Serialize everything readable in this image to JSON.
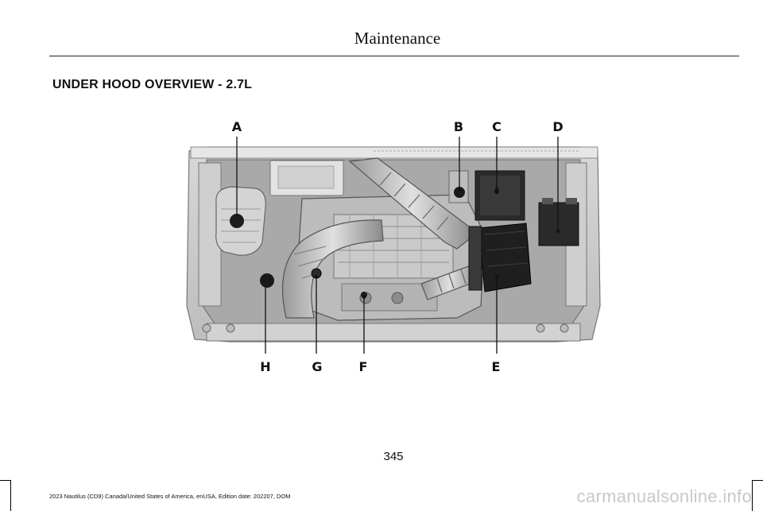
{
  "header": {
    "title": "Maintenance"
  },
  "section": {
    "heading": "UNDER HOOD OVERVIEW - 2.7L"
  },
  "figure": {
    "callouts_top": [
      "A",
      "B",
      "C",
      "D"
    ],
    "callouts_bottom": [
      "H",
      "G",
      "F",
      "E"
    ],
    "icon": "engine-bay-illustration"
  },
  "page": {
    "number": "345"
  },
  "footer": {
    "text": "2023 Nautilus (CD9) Canada/United States of America, enUSA, Edition date: 202207, DOM"
  },
  "watermark": {
    "text": "carmanualsonline.info"
  }
}
